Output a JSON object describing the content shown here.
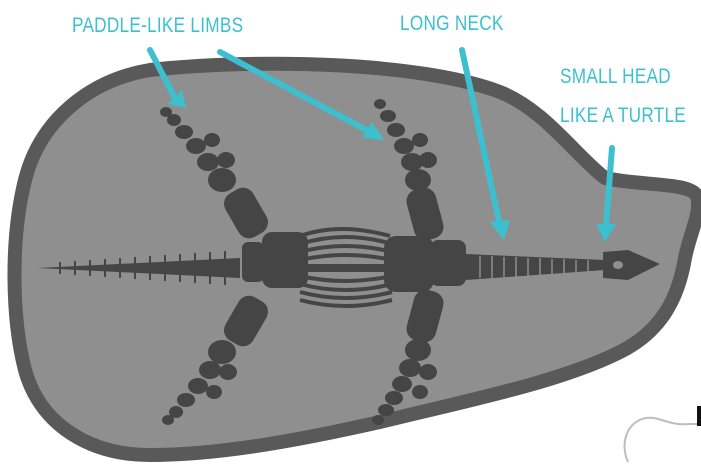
{
  "labels": {
    "paddle_limbs": "PADDLE-LIKE LIMBS",
    "long_neck": "LONG NECK",
    "small_head_line1": "SMALL HEAD",
    "small_head_line2": "LIKE A TURTLE"
  },
  "colors": {
    "label": "#3cc0cf",
    "slab_border": "#595959",
    "slab_fill": "#8f8f8f",
    "bone": "#454545",
    "background": "#ffffff"
  }
}
